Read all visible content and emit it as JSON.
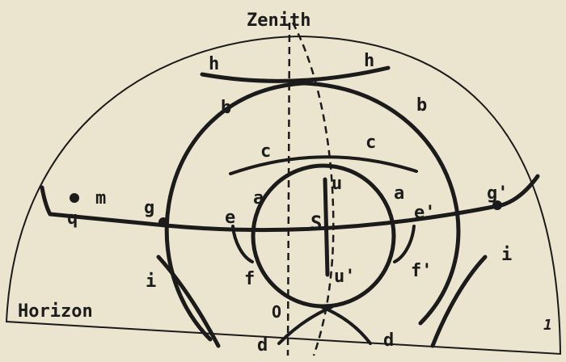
{
  "labels": {
    "zenith": "Zenith",
    "horizon": "Horizon",
    "figure_number": "1",
    "S": "S",
    "h_left": "h",
    "h_right": "h",
    "b_left": "b",
    "b_right": "b",
    "c_left": "c",
    "c_right": "c",
    "a_left": "a",
    "a_right": "a",
    "u": "u",
    "u_prime": "u'",
    "e_left": "e",
    "e_right": "e'",
    "f_left": "f",
    "f_right": "f'",
    "g_left": "g",
    "g_right": "g'",
    "m": "m",
    "q": "q",
    "i_left": "i",
    "i_right": "i",
    "d_left": "d",
    "d_right": "d",
    "O": "O"
  },
  "colors": {
    "ink": "#1b1b1b",
    "paper": "#ebe4cf"
  }
}
